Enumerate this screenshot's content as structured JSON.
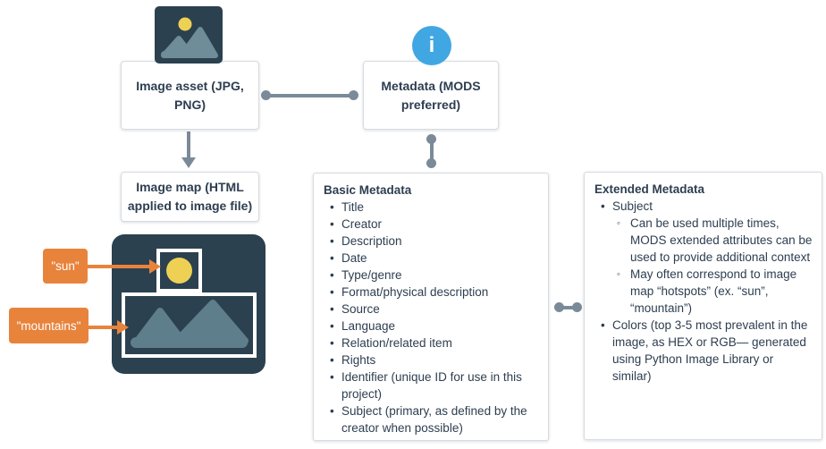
{
  "flow": {
    "image_asset": {
      "label": "Image asset (JPG, PNG)"
    },
    "metadata": {
      "label": "Metadata (MODS preferred)"
    },
    "image_map": {
      "label": "Image map (HTML applied to image file)"
    }
  },
  "hotspots": {
    "sun_label": "\"sun\"",
    "mountains_label": "\"mountains\""
  },
  "basic_metadata": {
    "title": "Basic Metadata",
    "items": [
      "Title",
      "Creator",
      "Description",
      "Date",
      "Type/genre",
      "Format/physical description",
      "Source",
      "Language",
      "Relation/related item",
      "Rights",
      "Identifier (unique ID for use in this project)",
      "Subject (primary, as defined by the creator when possible)"
    ]
  },
  "extended_metadata": {
    "title": "Extended Metadata",
    "items": [
      {
        "label": "Subject",
        "children": [
          "Can be used multiple times, MODS extended attributes can be used to provide additional context",
          "May often correspond to image map “hotspots” (ex. “sun”, “mountain”)"
        ]
      },
      {
        "label": "Colors (top 3-5 most prevalent in the image, as HEX or RGB— generated using Python Image Library or similar)",
        "children": []
      }
    ]
  },
  "icons": {
    "info_glyph": "i",
    "image_icon": "image-placeholder",
    "sun_icon": "sun-circle",
    "mountains_icon": "mountains"
  },
  "colors": {
    "teal_dark": "#2b4150",
    "mountain_gray": "#5f7e8c",
    "mountain_gray_light": "#6f8c99",
    "sun_yellow": "#eed154",
    "orange": "#e8833c",
    "info_blue": "#41a7e3",
    "connector_gray": "#7b8a99",
    "text_navy": "#2d3e50",
    "box_border": "#d6dce2"
  }
}
